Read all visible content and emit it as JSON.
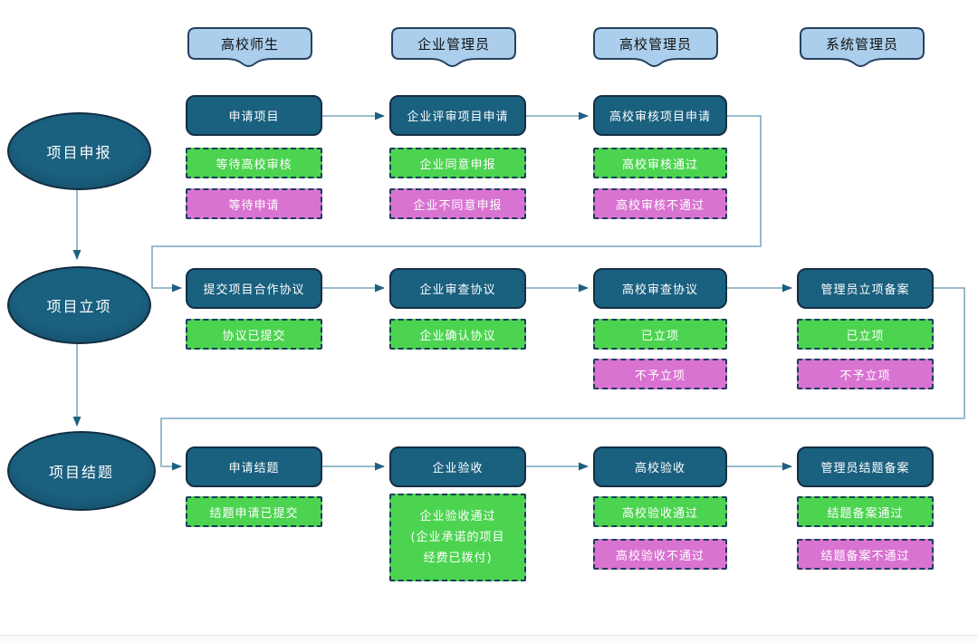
{
  "colors": {
    "node_fill": "#1a607f",
    "node_border": "#142f45",
    "header_fill": "#abceec",
    "header_border": "#26415e",
    "success_fill": "#4cd450",
    "fail_fill": "#d973d1",
    "status_border": "#1b3c5c",
    "connector_line": "#8cb2c6",
    "arrowhead": "#1d6080"
  },
  "headers": [
    {
      "label": "高校师生"
    },
    {
      "label": "企业管理员"
    },
    {
      "label": "高校管理员"
    },
    {
      "label": "系统管理员"
    }
  ],
  "phases": [
    {
      "label": "项目申报"
    },
    {
      "label": "项目立项"
    },
    {
      "label": "项目结题"
    }
  ],
  "rows": [
    {
      "steps": [
        {
          "title": "申请项目",
          "statuses": [
            {
              "label": "等待高校审核",
              "type": "success"
            },
            {
              "label": "等待申请",
              "type": "fail"
            }
          ]
        },
        {
          "title": "企业评审项目申请",
          "statuses": [
            {
              "label": "企业同意申报",
              "type": "success"
            },
            {
              "label": "企业不同意申报",
              "type": "fail"
            }
          ]
        },
        {
          "title": "高校审核项目申请",
          "statuses": [
            {
              "label": "高校审核通过",
              "type": "success"
            },
            {
              "label": "高校审核不通过",
              "type": "fail"
            }
          ]
        }
      ]
    },
    {
      "steps": [
        {
          "title": "提交项目合作协议",
          "statuses": [
            {
              "label": "协议已提交",
              "type": "success"
            }
          ]
        },
        {
          "title": "企业审查协议",
          "statuses": [
            {
              "label": "企业确认协议",
              "type": "success"
            }
          ]
        },
        {
          "title": "高校审查协议",
          "statuses": [
            {
              "label": "已立项",
              "type": "success"
            },
            {
              "label": "不予立项",
              "type": "fail"
            }
          ]
        },
        {
          "title": "管理员立项备案",
          "statuses": [
            {
              "label": "已立项",
              "type": "success"
            },
            {
              "label": "不予立项",
              "type": "fail"
            }
          ]
        }
      ]
    },
    {
      "steps": [
        {
          "title": "申请结题",
          "statuses": [
            {
              "label": "结题申请已提交",
              "type": "success"
            }
          ]
        },
        {
          "title": "企业验收",
          "statuses": [
            {
              "type": "success",
              "lines": [
                "企业验收通过",
                "(企业承诺的项目",
                "经费已拨付)"
              ]
            }
          ]
        },
        {
          "title": "高校验收",
          "statuses": [
            {
              "label": "高校验收通过",
              "type": "success"
            },
            {
              "label": "高校验收不通过",
              "type": "fail"
            }
          ]
        },
        {
          "title": "管理员结题备案",
          "statuses": [
            {
              "label": "结题备案通过",
              "type": "success"
            },
            {
              "label": "结题备案不通过",
              "type": "fail"
            }
          ]
        }
      ]
    }
  ]
}
